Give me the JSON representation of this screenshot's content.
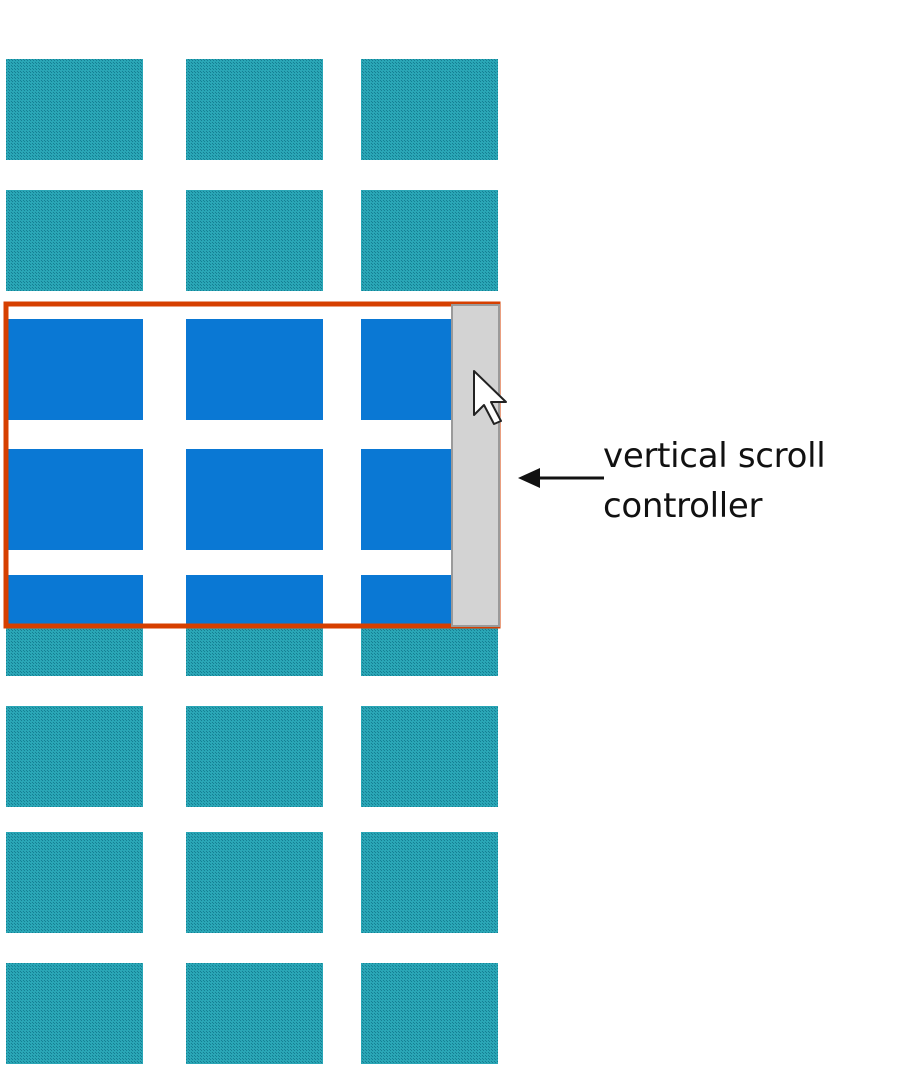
{
  "diagram": {
    "grid": {
      "columns": 3,
      "rows": 8,
      "visible_rows": [
        2,
        3,
        4
      ]
    },
    "colors": {
      "hidden_tile": "#1f9db0",
      "visible_tile": "#0a78d4",
      "viewport_border": "#d63f00",
      "scrollbar_fill": "#d3d3d3",
      "scrollbar_border": "#9a9a9a",
      "arrow": "#111111"
    },
    "icons": {
      "cursor": "mouse-pointer-icon",
      "arrow": "arrow-left-icon"
    },
    "callout": {
      "line1": "vertical scroll",
      "line2": "controller"
    }
  }
}
